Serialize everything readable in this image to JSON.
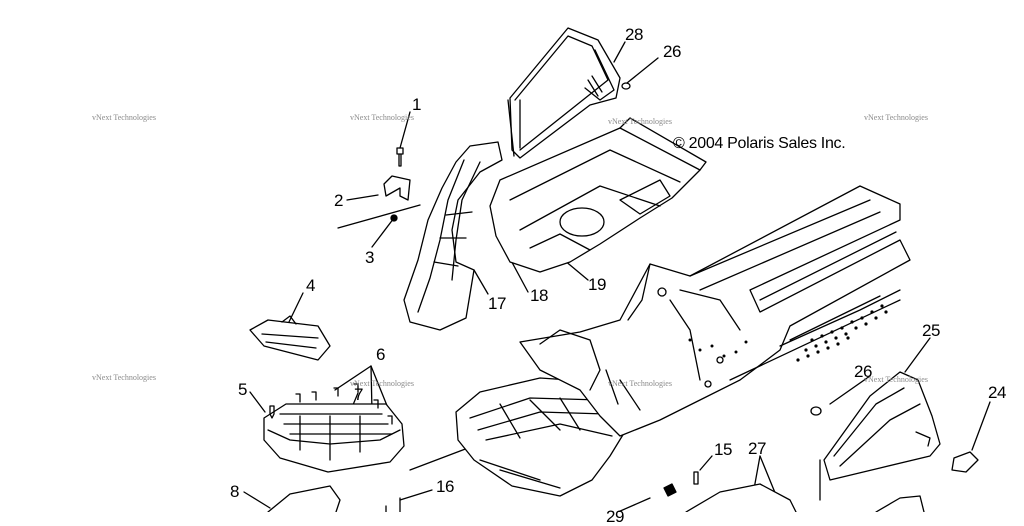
{
  "copyright": "© 2004 Polaris Sales Inc.",
  "watermark_text": "vNext Technologies",
  "callouts": {
    "c1": "1",
    "c2": "2",
    "c3": "3",
    "c4": "4",
    "c5": "5",
    "c6": "6",
    "c7": "7",
    "c8": "8",
    "c15": "15",
    "c16": "16",
    "c17": "17",
    "c18": "18",
    "c19": "19",
    "c24": "24",
    "c25": "25",
    "c26a": "26",
    "c26b": "26",
    "c27": "27",
    "c28": "28",
    "c29": "29"
  }
}
